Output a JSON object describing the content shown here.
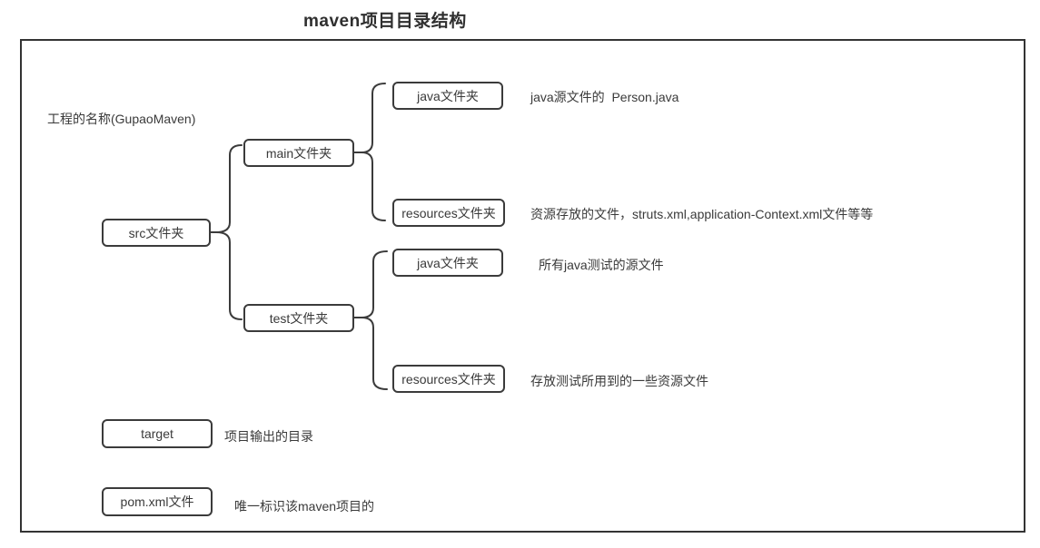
{
  "title": "maven项目目录结构",
  "project_label": "工程的名称(GupaoMaven)",
  "nodes": {
    "src": {
      "label": "src文件夹"
    },
    "main": {
      "label": "main文件夹"
    },
    "test": {
      "label": "test文件夹"
    },
    "main_java": {
      "label": "java文件夹",
      "annotation": "java源文件的  Person.java"
    },
    "main_resources": {
      "label": "resources文件夹",
      "annotation": "资源存放的文件，struts.xml,application-Context.xml文件等等"
    },
    "test_java": {
      "label": "java文件夹",
      "annotation": "所有java测试的源文件"
    },
    "test_resources": {
      "label": "resources文件夹",
      "annotation": "存放测试所用到的一些资源文件"
    },
    "target": {
      "label": "target",
      "annotation": "项目输出的目录"
    },
    "pom": {
      "label": "pom.xml文件",
      "annotation": "唯一标识该maven项目的"
    }
  },
  "colors": {
    "line": "#3b3b3b",
    "text": "#3a3a3a",
    "background": "#ffffff"
  }
}
